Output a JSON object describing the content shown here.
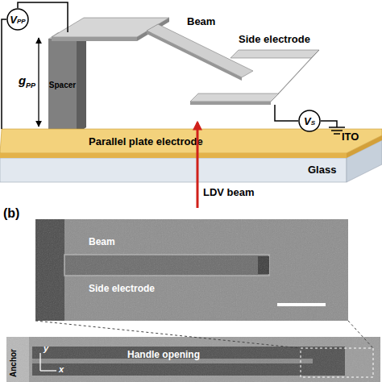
{
  "diagram": {
    "nodes": [
      {
        "text": [
          "V",
          "PP"
        ]
      },
      {
        "text": [
          "Spacer"
        ]
      },
      {
        "text": [
          "Parallel plate electrode",
          "ITO"
        ]
      },
      {
        "text": [
          "Glass"
        ]
      },
      {
        "text": [
          "V",
          "S"
        ]
      },
      {
        "text": [
          "Beam",
          "Side electrode"
        ]
      },
      {
        "text": [
          "Anchor",
          "y",
          "x",
          "Handle opening"
        ]
      }
    ],
    "edges": [
      {
        "from": 0,
        "to": 1,
        "arrow": "none"
      },
      {
        "from": 0,
        "to": 2,
        "arrow": "none"
      }
    ],
    "labels": [
      "g",
      "PP",
      "Beam",
      "Side electrode",
      "LDV beam",
      "(b)"
    ]
  }
}
